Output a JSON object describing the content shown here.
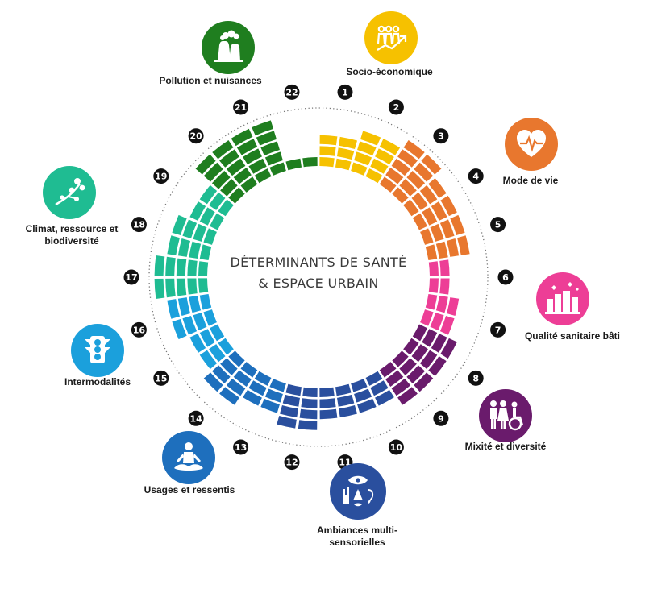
{
  "title": {
    "line1": "DÉTERMINANTS DE SANTÉ",
    "line2": "& ESPACE URBAIN"
  },
  "categories": [
    {
      "id": "socio",
      "label": "Socio-économique",
      "color": "#f6c100",
      "icon": "people-growth-icon",
      "numbers": [
        1,
        2
      ],
      "bars": [
        [
          3,
          3
        ],
        [
          4,
          4
        ]
      ]
    },
    {
      "id": "mode",
      "label": "Mode de vie",
      "color": "#e8772e",
      "icon": "heart-pulse-icon",
      "numbers": [
        3,
        4,
        5
      ],
      "bars": [
        [
          5,
          5
        ],
        [
          4,
          4
        ],
        [
          4,
          4
        ]
      ]
    },
    {
      "id": "qualite",
      "label": "Qualité sanitaire bâti",
      "color": "#ed3e96",
      "icon": "buildings-icon",
      "numbers": [
        6,
        7
      ],
      "bars": [
        [
          2,
          2
        ],
        [
          3,
          3
        ]
      ]
    },
    {
      "id": "mixite",
      "label": "Mixité et diversité",
      "color": "#6a1b6c",
      "icon": "family-accessibility-icon",
      "numbers": [
        8,
        9
      ],
      "bars": [
        [
          4,
          4
        ],
        [
          4,
          4
        ]
      ]
    },
    {
      "id": "ambiances",
      "label": "Ambiances multi-sensorielles",
      "color": "#2a4f9e",
      "icon": "senses-icon",
      "numbers": [
        10,
        11,
        12
      ],
      "bars": [
        [
          3,
          3
        ],
        [
          3,
          3
        ],
        [
          4,
          4
        ]
      ]
    },
    {
      "id": "usages",
      "label": "Usages et ressentis",
      "color": "#1e6fbd",
      "icon": "meditation-icon",
      "numbers": [
        13,
        14
      ],
      "bars": [
        [
          3,
          3
        ],
        [
          4,
          4
        ]
      ]
    },
    {
      "id": "intermod",
      "label": "Intermodalités",
      "color": "#1ba0dc",
      "icon": "traffic-light-icon",
      "numbers": [
        15,
        16
      ],
      "bars": [
        [
          3,
          3
        ],
        [
          4,
          4
        ]
      ]
    },
    {
      "id": "climat",
      "label": "Climat, ressource et biodiversité",
      "color": "#1fbc92",
      "icon": "blossom-icon",
      "numbers": [
        17,
        18,
        19
      ],
      "bars": [
        [
          5,
          5
        ],
        [
          4,
          4
        ],
        [
          3,
          3
        ]
      ]
    },
    {
      "id": "pollution",
      "label": "Pollution et nuisances",
      "color": "#1f7e1f",
      "icon": "factory-icon",
      "numbers": [
        20,
        21,
        22
      ],
      "bars": [
        [
          5,
          5
        ],
        [
          5,
          5
        ],
        [
          1,
          1
        ]
      ]
    }
  ]
}
